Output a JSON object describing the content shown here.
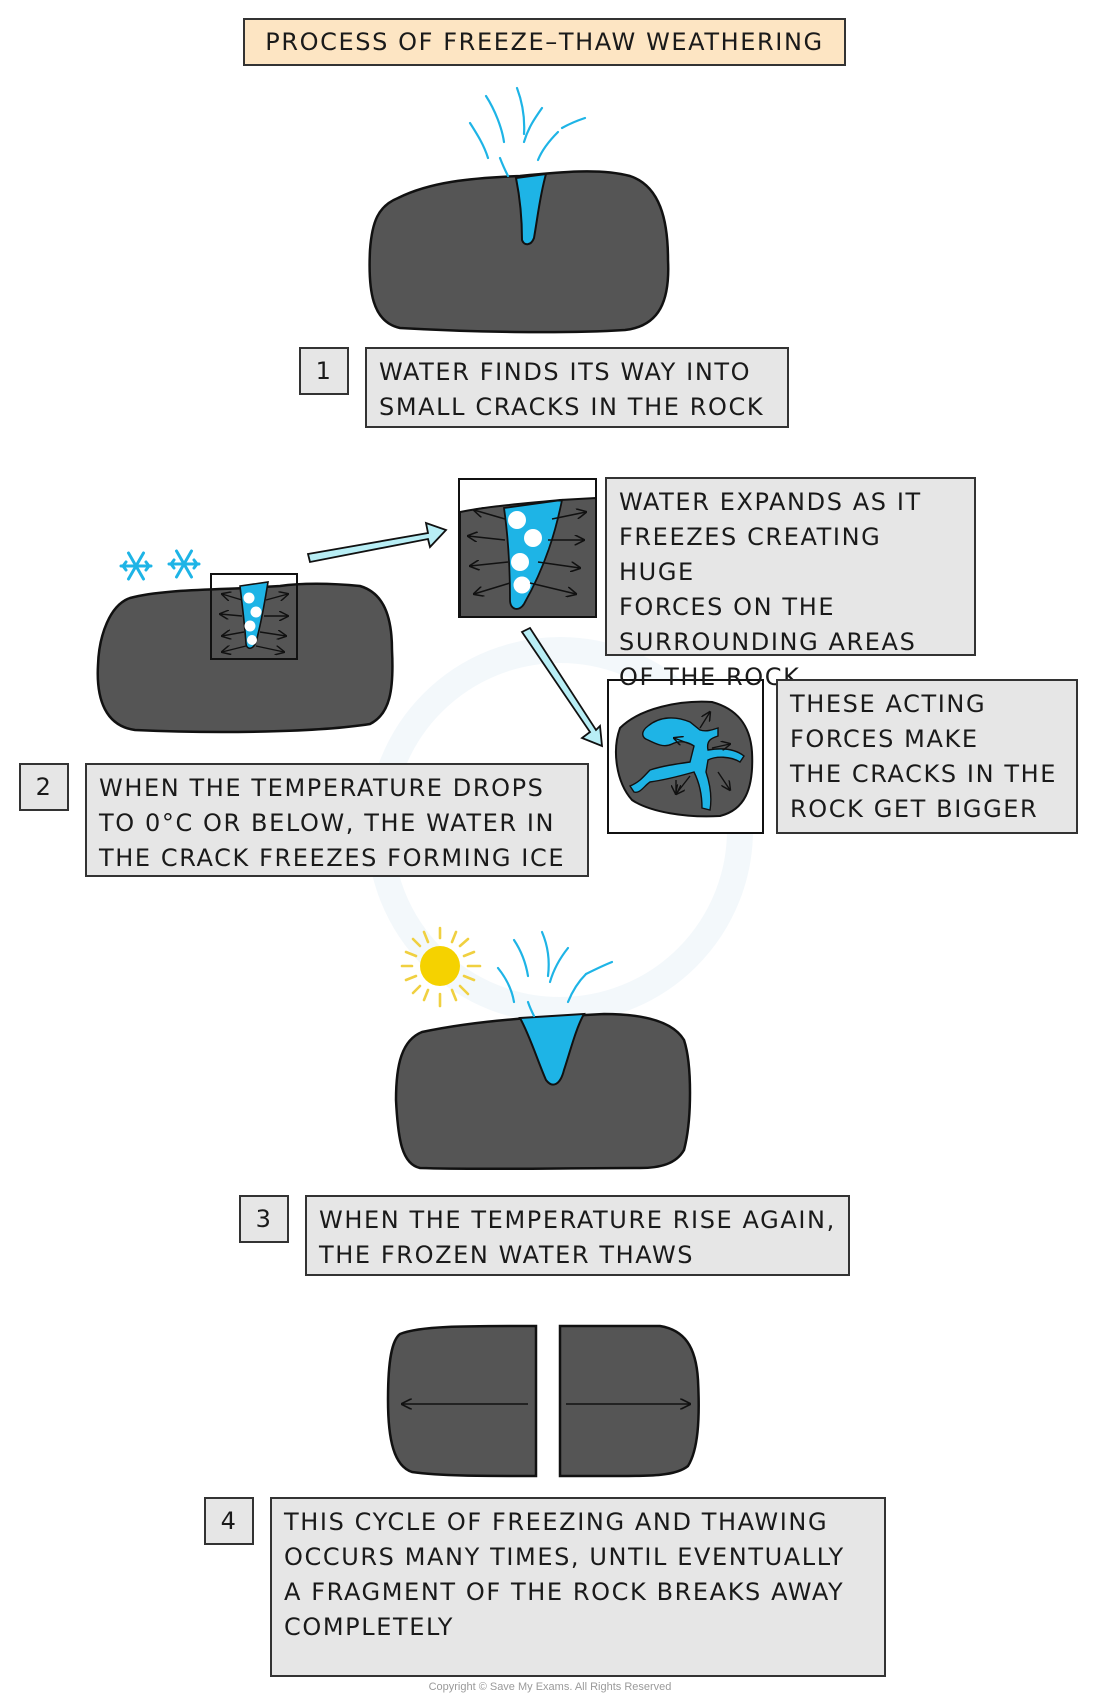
{
  "title": "PROCESS OF FREEZE–THAW WEATHERING",
  "steps": [
    {
      "number": "1",
      "text": "WATER FINDS ITS WAY INTO\nSMALL CRACKS IN THE ROCK"
    },
    {
      "number": "2",
      "text": "WHEN THE TEMPERATURE DROPS\nTO 0°C OR BELOW, THE WATER IN\nTHE CRACK FREEZES FORMING ICE"
    },
    {
      "number": "3",
      "text": "WHEN THE TEMPERATURE RISE AGAIN,\nTHE FROZEN WATER THAWS"
    },
    {
      "number": "4",
      "text": "THIS CYCLE OF FREEZING AND THAWING\nOCCURS MANY TIMES, UNTIL EVENTUALLY\nA FRAGMENT OF THE ROCK BREAKS AWAY\nCOMPLETELY"
    }
  ],
  "callouts": {
    "expand": "WATER EXPANDS AS IT\nFREEZES CREATING HUGE\nFORCES ON THE\nSURROUNDING AREAS\nOF THE ROCK",
    "forces": "THESE ACTING\nFORCES MAKE\nTHE CRACKS IN THE\nROCK GET BIGGER"
  },
  "copyright": "Copyright © Save My Exams. All Rights Reserved",
  "colors": {
    "rock": "#555555",
    "water": "#1eb4e6",
    "ice_arrow": "#b8eef5",
    "sun": "#f5d200",
    "sun_rays": "#f0d040",
    "title_bg": "#fde5c3",
    "box_bg": "#e6e6e6"
  }
}
